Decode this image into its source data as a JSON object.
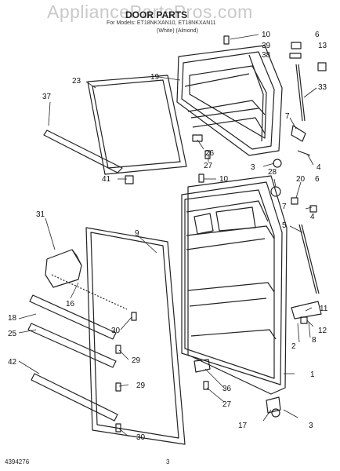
{
  "watermark": "AppliancePartsPros.com",
  "title": "DOOR PARTS",
  "subtitle_models": "For Models: ET18NKXAN10, ET18NKXAN11",
  "subtitle_colors": "(White)          (Almond)",
  "footer_left": "4394276",
  "footer_page": "3",
  "callouts": {
    "c10a": "10",
    "c39": "39",
    "c38": "38",
    "c6a": "6",
    "c13": "13",
    "c23": "23",
    "c19": "19",
    "c37": "37",
    "c33": "33",
    "c7a": "7",
    "c26": "26",
    "c4a": "4",
    "c27a": "27",
    "c3a": "3",
    "c28": "28",
    "c41": "41",
    "c10b": "10",
    "c20": "20",
    "c6b": "6",
    "c7b": "7",
    "c4b": "4",
    "c31": "31",
    "c9": "9",
    "c5": "5",
    "c16": "16",
    "c18": "18",
    "c30a": "30",
    "c25": "25",
    "c29a": "29",
    "c29b": "29",
    "c42": "42",
    "c30b": "30",
    "c11": "11",
    "c12": "12",
    "c2": "2",
    "c8": "8",
    "c1": "1",
    "c36": "36",
    "c27b": "27",
    "c17": "17",
    "c3b": "3"
  }
}
